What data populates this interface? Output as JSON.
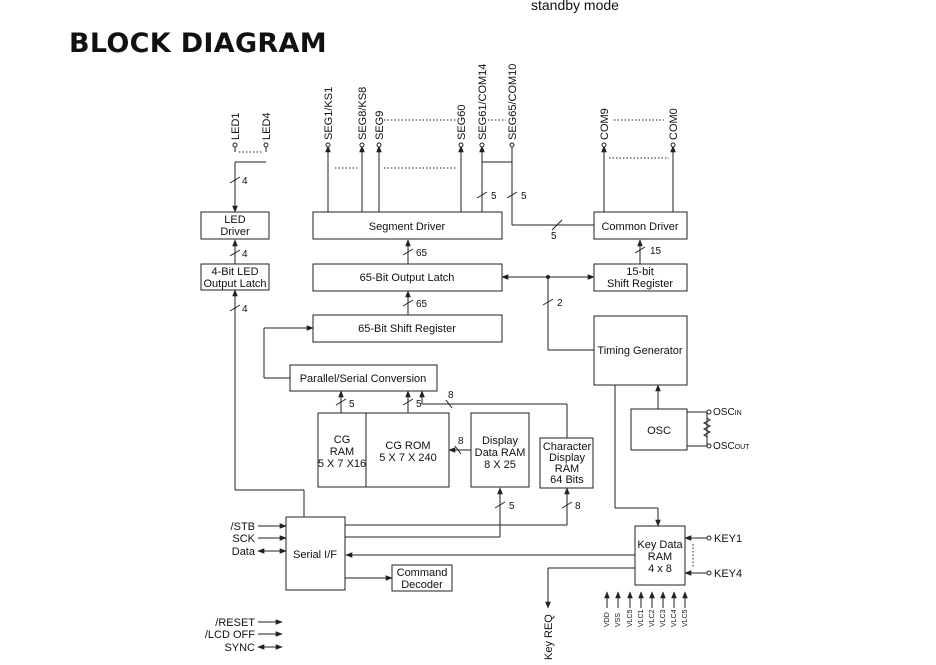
{
  "page": {
    "top_note": "standby mode",
    "title": "BLOCK DIAGRAM"
  },
  "blocks": {
    "led_driver": [
      "LED",
      "Driver"
    ],
    "led_latch": [
      "4-Bit LED",
      "Output Latch"
    ],
    "segment_driver": "Segment Driver",
    "output_latch": "65-Bit Output Latch",
    "shift_register": "65-Bit Shift Register",
    "common_driver": "Common Driver",
    "com_shift_register": [
      "15-bit",
      "Shift Register"
    ],
    "timing_generator": "Timing Generator",
    "osc": "OSC",
    "parallel_serial": "Parallel/Serial Conversion",
    "cg_ram": [
      "CG",
      "RAM",
      "5 X 7 X16"
    ],
    "cg_rom": [
      "CG ROM",
      "5 X 7 X 240"
    ],
    "display_ram": [
      "Display",
      "Data RAM",
      "8 X 25"
    ],
    "char_ram": [
      "Character",
      "Display",
      "RAM",
      "64 Bits"
    ],
    "serial_if": "Serial I/F",
    "command_decoder": [
      "Command",
      "Decoder"
    ],
    "key_ram": [
      "Key Data",
      "RAM",
      "4 x 8"
    ]
  },
  "pins": {
    "led": [
      "LED1",
      "LED4"
    ],
    "seg": [
      "SEG1/KS1",
      "SEG8/KS8",
      "SEG9",
      "SEG60",
      "SEG61/COM14",
      "SEG65/COM10"
    ],
    "com": [
      "COM9",
      "COM0"
    ],
    "osc_in": [
      "OSC",
      "IN"
    ],
    "osc_out": [
      "OSC",
      "OUT"
    ],
    "key": [
      "KEY1",
      "KEY4"
    ],
    "serial": [
      "/STB",
      "SCK",
      "Data"
    ],
    "control": [
      "/RESET",
      "/LCD OFF",
      "SYNC"
    ],
    "key_req": "Key REQ",
    "power": [
      "VDD",
      "VSS",
      "VLC5",
      "VLC1",
      "VLC2",
      "VLC3",
      "VLC4",
      "VLC5"
    ]
  },
  "bus_widths": {
    "led_pins": "4",
    "led_driver_in": "4",
    "led_latch_in": "4",
    "seg_driver_in": "65",
    "latch_in": "65",
    "seg_com_a": "5",
    "seg_com_b": "5",
    "seg_com_c": "5",
    "com_driver_in": "15",
    "timing": "2",
    "cg_ram": "5",
    "cg_rom": "5",
    "char_bus": "8",
    "rom_ram": "8",
    "ddram_in": "5",
    "char_in": "8"
  }
}
